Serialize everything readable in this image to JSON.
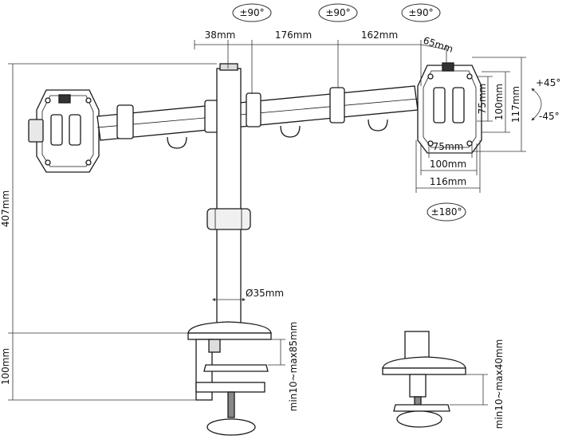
{
  "diagram": {
    "rotation_labels": {
      "left_arm": "±90°",
      "middle_arm": "±90°",
      "right_arm": "±90°",
      "panel_rotation": "±180°",
      "tilt_up": "+45°",
      "tilt_down": "-45°"
    },
    "dimensions": {
      "arm_offset": "38mm",
      "arm_segment_1": "176mm",
      "arm_segment_2": "162mm",
      "head_offset": "65mm",
      "pole_height": "407mm",
      "clamp_height": "100mm",
      "pole_diameter": "Ø35mm",
      "clamp_range": "min10~max85mm",
      "grommet_range": "min10~max40mm",
      "vesa_h_small": "75mm",
      "vesa_h_large": "100mm",
      "plate_width": "116mm",
      "vesa_v_small": "75mm",
      "vesa_v_large": "100mm",
      "plate_height": "117mm"
    }
  }
}
